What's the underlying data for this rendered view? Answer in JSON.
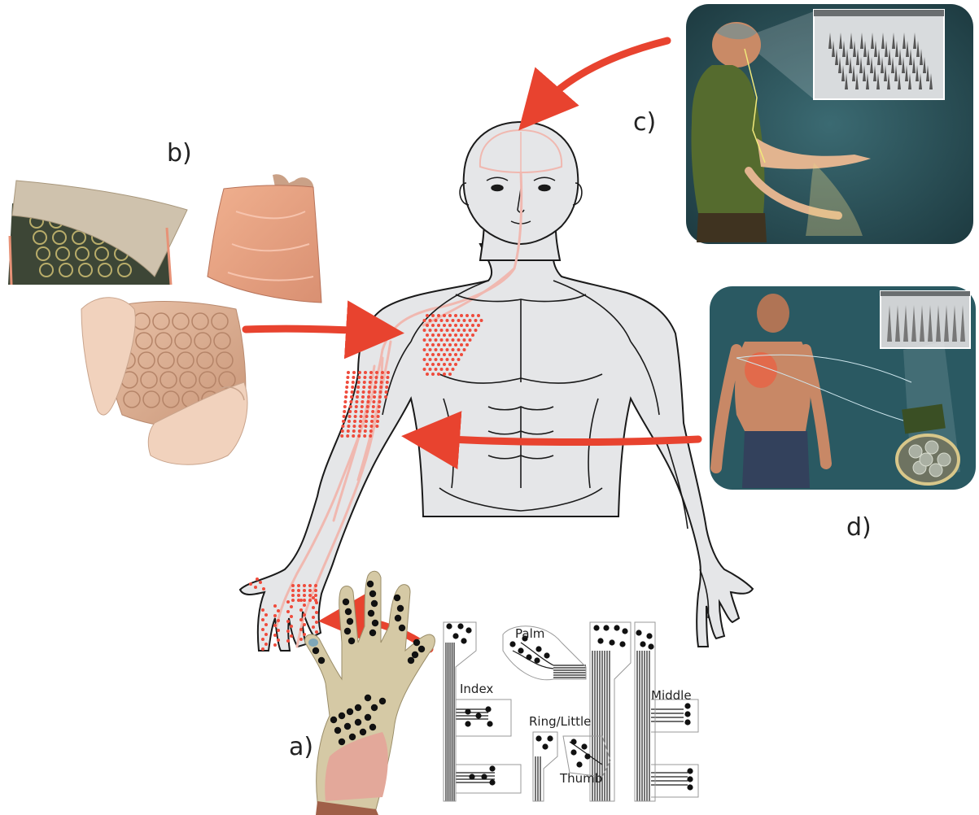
{
  "panels": {
    "a": "a)",
    "b": "b)",
    "c": "c)",
    "d": "d)"
  },
  "circuit": {
    "palm": "Palm",
    "index": "Index",
    "middle": "Middle",
    "ring_little": "Ring/Little",
    "thumb": "Thumb"
  },
  "colors": {
    "arrow": "#e8432f",
    "body_fill": "#e5e6e8",
    "body_stroke": "#1a1a1a",
    "nerve": "#f0b8b0",
    "electrode_dot": "#ef4b3c",
    "photo_bg_c": "#27474c",
    "photo_bg_d": "#2a5962",
    "skin_sheet": "#eba38c"
  }
}
